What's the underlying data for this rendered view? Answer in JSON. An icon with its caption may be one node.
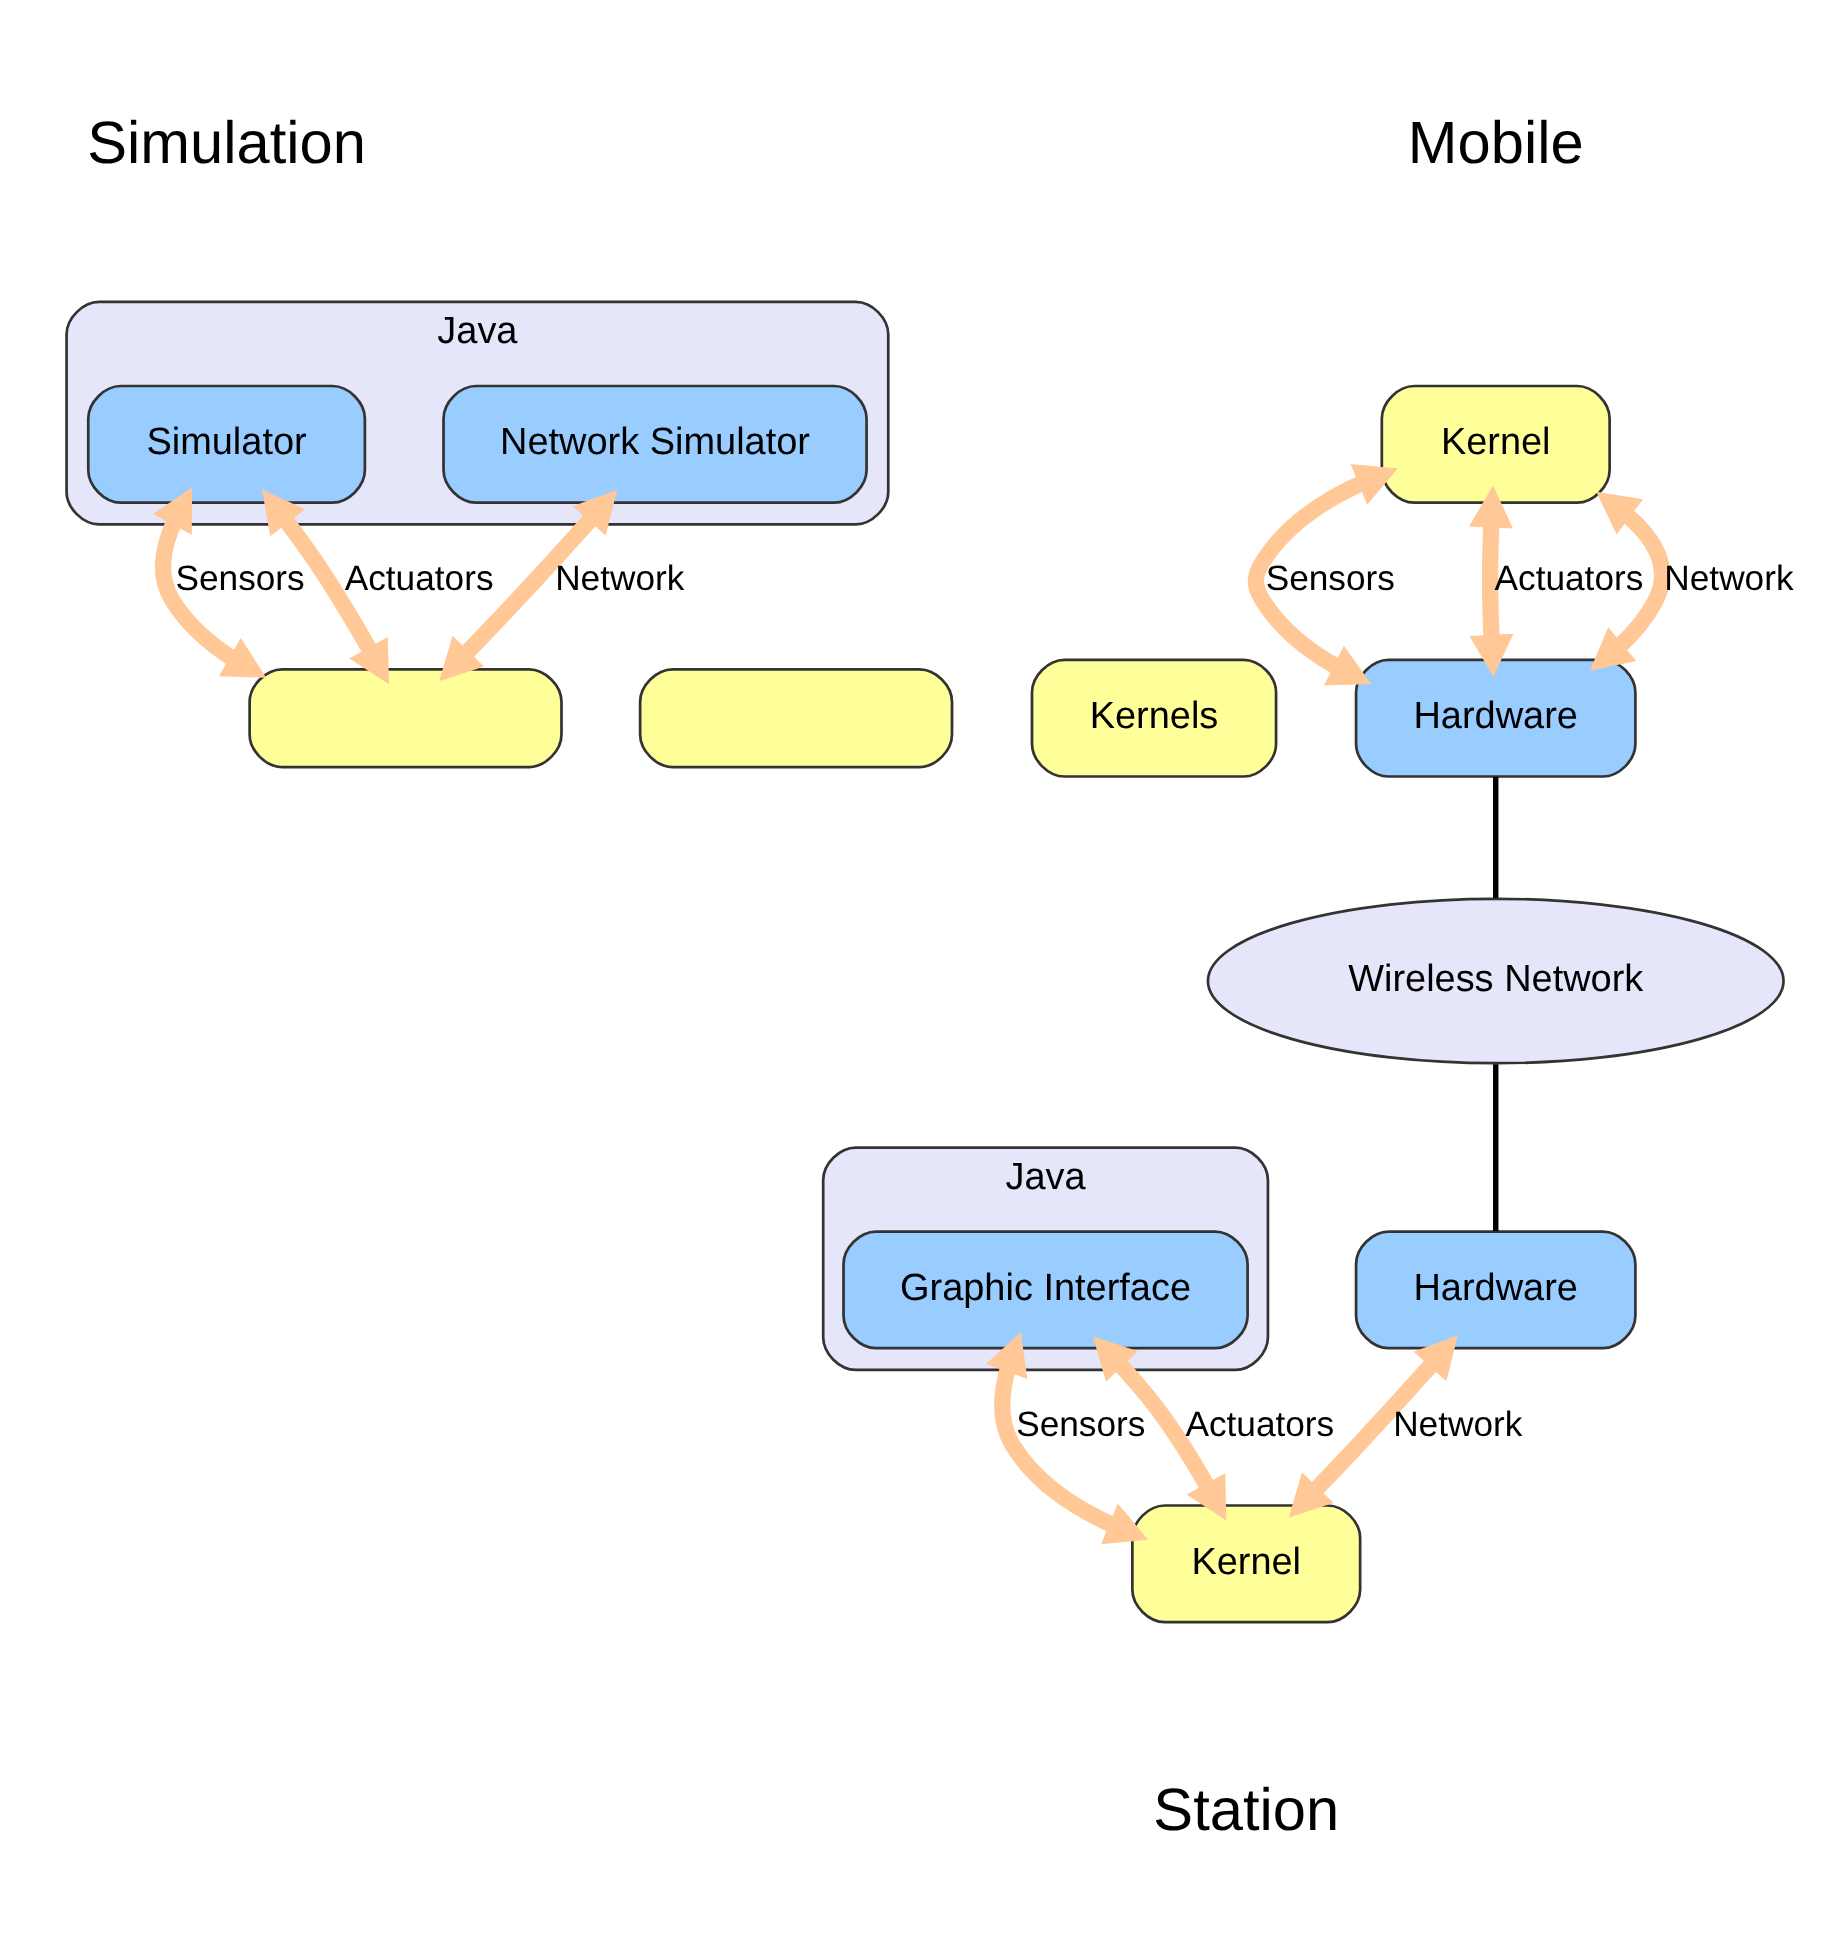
{
  "diagram": {
    "nodes": [
      {
        "text": [
          "Java"
        ]
      },
      {
        "text": [
          "Simulator"
        ],
        "in": 0
      },
      {
        "text": [
          "Network Simulator"
        ],
        "in": 0
      },
      {
        "text": [],
        "shape": "box"
      },
      {
        "text": [],
        "shape": "box"
      },
      {
        "text": [
          "Kernels"
        ]
      },
      {
        "text": [
          "Kernel"
        ]
      },
      {
        "text": [
          "Hardware"
        ]
      },
      {
        "text": [
          "Wireless Network"
        ]
      },
      {
        "text": [
          "Java"
        ]
      },
      {
        "text": [
          "Graphic Interface"
        ],
        "in": 9
      },
      {
        "text": [
          "Hardware"
        ]
      },
      {
        "text": [
          "Kernel"
        ]
      }
    ],
    "edges": [
      {
        "from": 1,
        "to": 3,
        "arrow": "both",
        "label": "Sensors"
      },
      {
        "from": 1,
        "to": 3,
        "arrow": "both",
        "label": "Actuators"
      },
      {
        "from": 2,
        "to": 3,
        "arrow": "both",
        "label": "Network"
      },
      {
        "from": 6,
        "to": 7,
        "arrow": "both",
        "label": "Sensors"
      },
      {
        "from": 6,
        "to": 7,
        "arrow": "both",
        "label": "Actuators"
      },
      {
        "from": 6,
        "to": 7,
        "arrow": "both",
        "label": "Network"
      },
      {
        "from": 7,
        "to": 8,
        "arrow": "none",
        "color": "#000000"
      },
      {
        "from": 8,
        "to": 11,
        "arrow": "none",
        "color": "#000000"
      },
      {
        "from": 10,
        "to": 12,
        "arrow": "both",
        "label": "Sensors"
      },
      {
        "from": 10,
        "to": 12,
        "arrow": "both",
        "label": "Actuators"
      },
      {
        "from": 11,
        "to": 12,
        "arrow": "both",
        "label": "Network"
      }
    ],
    "labels": [
      "Mobile",
      "Simulation",
      "Station"
    ]
  }
}
